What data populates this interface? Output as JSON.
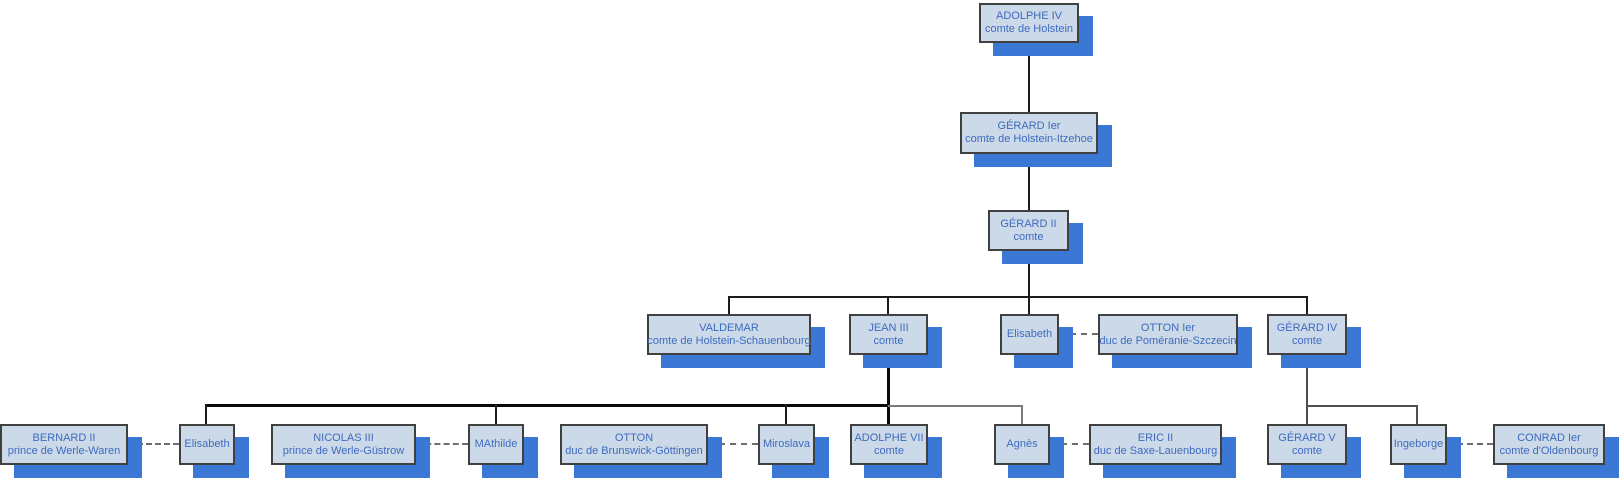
{
  "diagram": {
    "type": "family-tree",
    "background": "#ffffff",
    "colors": {
      "box_fill": "#ccd9e8",
      "box_border": "#404040",
      "box_shadow": "#3b77d5",
      "text": "#3e6bbf",
      "connector": "#1c1c1c",
      "connector_secondary": "#7b7b7b",
      "spouse_dash": "#6e6e6e"
    }
  },
  "nodes": [
    {
      "id": "adolphe-iv",
      "name": "ADOLPHE IV",
      "title": "comte de Holstein"
    },
    {
      "id": "gerard-1",
      "name": "GÉRARD Ier",
      "title": "comte de Holstein-Itzehoe"
    },
    {
      "id": "gerard-2",
      "name": "GÉRARD II",
      "title": "comte"
    },
    {
      "id": "valdemar",
      "name": "VALDEMAR",
      "title": "comte de Holstein-Schauenbourg"
    },
    {
      "id": "jean-3",
      "name": "JEAN III",
      "title": "comte"
    },
    {
      "id": "elisabeth-1",
      "name": "Elisabeth",
      "title": ""
    },
    {
      "id": "otton-1",
      "name": "OTTON Ier",
      "title": "duc de Poméranie-Szczecin"
    },
    {
      "id": "gerard-4",
      "name": "GÉRARD IV",
      "title": "comte"
    },
    {
      "id": "bernard-2",
      "name": "BERNARD II",
      "title": "prince de Werle-Waren"
    },
    {
      "id": "elisabeth-2",
      "name": "Elisabeth",
      "title": ""
    },
    {
      "id": "nicolas-3",
      "name": "NICOLAS III",
      "title": "prince de Werle-Güstrow"
    },
    {
      "id": "mathilde",
      "name": "MAthilde",
      "title": ""
    },
    {
      "id": "otton",
      "name": "OTTON",
      "title": "duc de Brunswick-Göttingen"
    },
    {
      "id": "miroslava",
      "name": "Miroslava",
      "title": ""
    },
    {
      "id": "adolphe-7",
      "name": "ADOLPHE VII",
      "title": "comte"
    },
    {
      "id": "agnes",
      "name": "Agnès",
      "title": ""
    },
    {
      "id": "eric-2",
      "name": "ERIC II",
      "title": "duc de Saxe-Lauenbourg"
    },
    {
      "id": "gerard-5",
      "name": "GÉRARD V",
      "title": "comte"
    },
    {
      "id": "ingeborge",
      "name": "Ingeborge",
      "title": ""
    },
    {
      "id": "conrad-1",
      "name": "CONRAD Ier",
      "title": "comte d'Oldenbourg"
    }
  ],
  "edges": {
    "parent_child": [
      {
        "parent": "adolphe-iv",
        "children": [
          "gerard-1"
        ]
      },
      {
        "parent": "gerard-1",
        "children": [
          "gerard-2"
        ]
      },
      {
        "parent": "gerard-2",
        "children": [
          "valdemar",
          "jean-3",
          "elisabeth-1",
          "gerard-4"
        ]
      },
      {
        "parent": "jean-3",
        "children": [
          "elisabeth-2",
          "mathilde",
          "miroslava",
          "adolphe-7",
          "agnes"
        ]
      },
      {
        "parent": "gerard-4",
        "children": [
          "gerard-5",
          "ingeborge"
        ]
      }
    ],
    "spouses": [
      [
        "elisabeth-1",
        "otton-1"
      ],
      [
        "bernard-2",
        "elisabeth-2"
      ],
      [
        "nicolas-3",
        "mathilde"
      ],
      [
        "otton",
        "miroslava"
      ],
      [
        "agnes",
        "eric-2"
      ],
      [
        "ingeborge",
        "conrad-1"
      ]
    ]
  }
}
